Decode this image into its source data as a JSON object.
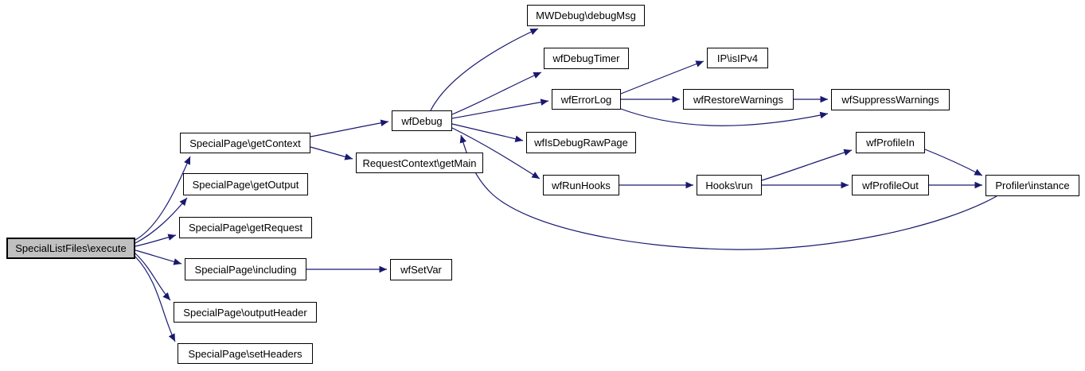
{
  "graph": {
    "type": "call-graph",
    "edge_color": "#191970",
    "node_fill": "#ffffff",
    "node_border": "#000000",
    "root_fill": "#c0c0c0",
    "nodes": {
      "execute": {
        "label": "SpecialListFiles\\execute",
        "root": true
      },
      "getContext": {
        "label": "SpecialPage\\getContext"
      },
      "getOutput": {
        "label": "SpecialPage\\getOutput"
      },
      "getRequest": {
        "label": "SpecialPage\\getRequest"
      },
      "including": {
        "label": "SpecialPage\\including"
      },
      "outputHeader": {
        "label": "SpecialPage\\outputHeader"
      },
      "setHeaders": {
        "label": "SpecialPage\\setHeaders"
      },
      "getMain": {
        "label": "RequestContext\\getMain"
      },
      "wfDebug": {
        "label": "wfDebug"
      },
      "wfSetVar": {
        "label": "wfSetVar"
      },
      "debugMsg": {
        "label": "MWDebug\\debugMsg"
      },
      "wfDebugTimer": {
        "label": "wfDebugTimer"
      },
      "wfErrorLog": {
        "label": "wfErrorLog"
      },
      "wfIsDebugRawPage": {
        "label": "wfIsDebugRawPage"
      },
      "wfRunHooks": {
        "label": "wfRunHooks"
      },
      "isIPv4": {
        "label": "IP\\isIPv4"
      },
      "wfRestoreWarnings": {
        "label": "wfRestoreWarnings"
      },
      "hooksRun": {
        "label": "Hooks\\run"
      },
      "wfSuppressWarnings": {
        "label": "wfSuppressWarnings"
      },
      "wfProfileIn": {
        "label": "wfProfileIn"
      },
      "wfProfileOut": {
        "label": "wfProfileOut"
      },
      "profilerInstance": {
        "label": "Profiler\\instance"
      }
    },
    "edges": [
      {
        "from": "execute",
        "to": "getContext"
      },
      {
        "from": "execute",
        "to": "getOutput"
      },
      {
        "from": "execute",
        "to": "getRequest"
      },
      {
        "from": "execute",
        "to": "including"
      },
      {
        "from": "execute",
        "to": "outputHeader"
      },
      {
        "from": "execute",
        "to": "setHeaders"
      },
      {
        "from": "getContext",
        "to": "wfDebug"
      },
      {
        "from": "getContext",
        "to": "getMain"
      },
      {
        "from": "including",
        "to": "wfSetVar"
      },
      {
        "from": "wfDebug",
        "to": "debugMsg"
      },
      {
        "from": "wfDebug",
        "to": "wfDebugTimer"
      },
      {
        "from": "wfDebug",
        "to": "wfErrorLog"
      },
      {
        "from": "wfDebug",
        "to": "wfIsDebugRawPage"
      },
      {
        "from": "wfDebug",
        "to": "wfRunHooks"
      },
      {
        "from": "wfErrorLog",
        "to": "isIPv4"
      },
      {
        "from": "wfErrorLog",
        "to": "wfRestoreWarnings"
      },
      {
        "from": "wfErrorLog",
        "to": "wfSuppressWarnings"
      },
      {
        "from": "wfRestoreWarnings",
        "to": "wfSuppressWarnings"
      },
      {
        "from": "wfRunHooks",
        "to": "hooksRun"
      },
      {
        "from": "hooksRun",
        "to": "wfProfileIn"
      },
      {
        "from": "hooksRun",
        "to": "wfProfileOut"
      },
      {
        "from": "wfProfileIn",
        "to": "profilerInstance"
      },
      {
        "from": "wfProfileOut",
        "to": "profilerInstance"
      },
      {
        "from": "profilerInstance",
        "to": "wfDebug"
      }
    ]
  }
}
